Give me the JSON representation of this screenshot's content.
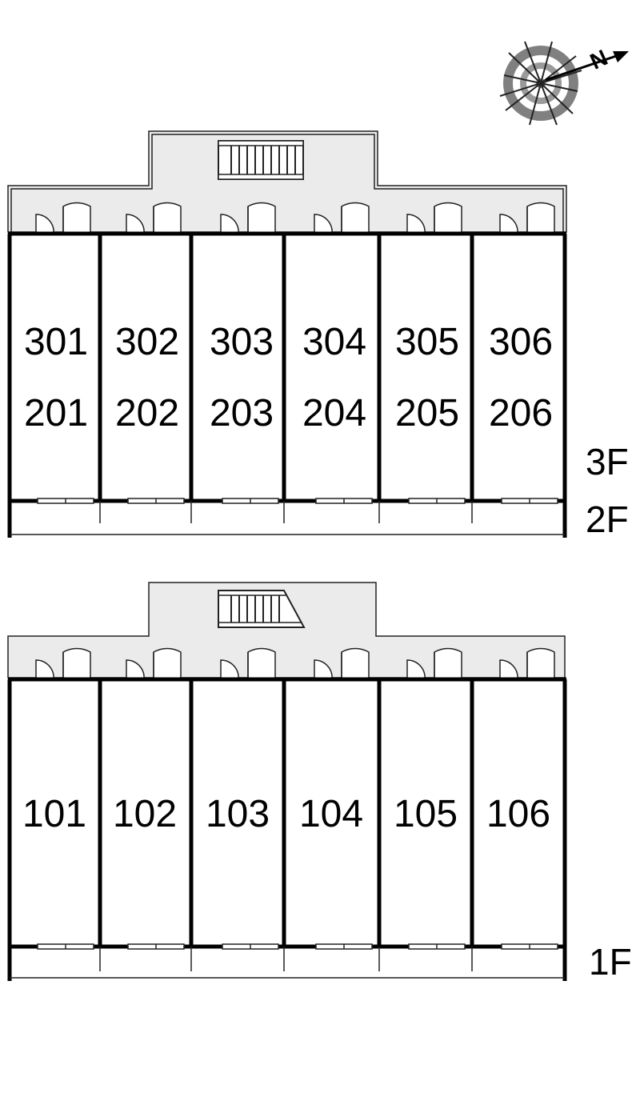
{
  "colors": {
    "corridor": "#ebebeb",
    "wall": "#000000",
    "compass_ring": "#808080"
  },
  "compass": {
    "north_label": "N",
    "icon": "compass-north-arrow-icon"
  },
  "upper_block": {
    "floor_labels": [
      "3F",
      "2F"
    ],
    "units_top_row": [
      "301",
      "302",
      "303",
      "304",
      "305",
      "306"
    ],
    "units_bottom_row": [
      "201",
      "202",
      "203",
      "204",
      "205",
      "206"
    ]
  },
  "lower_block": {
    "floor_labels": [
      "1F"
    ],
    "units": [
      "101",
      "102",
      "103",
      "104",
      "105",
      "106"
    ]
  }
}
